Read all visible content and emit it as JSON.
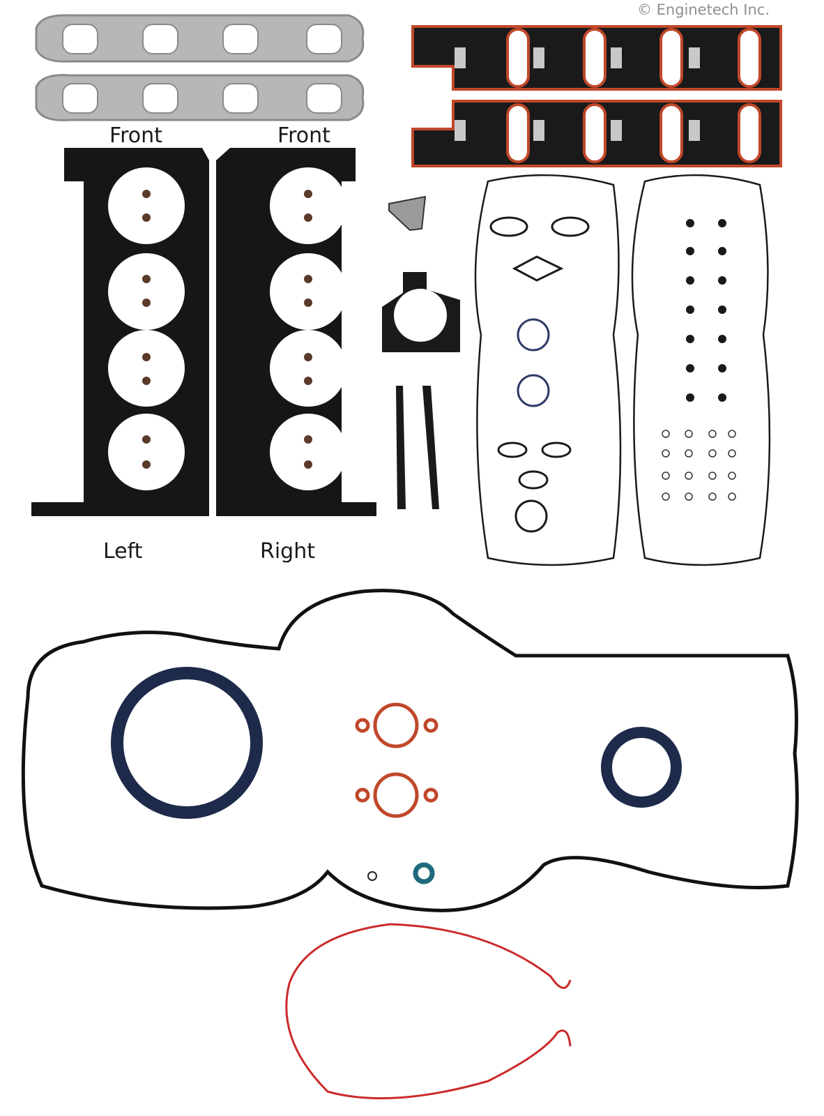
{
  "watermark": "© Enginetech Inc.",
  "labels": {
    "exhaust_front_1": "Front",
    "exhaust_front_2": "Front",
    "head_left": "Left",
    "head_right": "Right"
  },
  "colors": {
    "gasket_black": "#141414",
    "exhaust_gray": "#9a9a9a",
    "intake_orange": "#c0472a",
    "seal_blue": "#2e3a66",
    "teal_seal": "#1d6a7c",
    "timing_red": "#cc2a2a"
  },
  "parts": [
    {
      "name": "exhaust-manifold-gasket",
      "count": 2
    },
    {
      "name": "intake-manifold-gasket",
      "count": 2
    },
    {
      "name": "cylinder-head-gasket",
      "count": 2
    },
    {
      "name": "valve-cover-gasket",
      "count": 2
    },
    {
      "name": "throttle-body-gasket",
      "count": 1
    },
    {
      "name": "egr-gasket",
      "count": 1
    },
    {
      "name": "oil-pan-gasket",
      "count": 1
    },
    {
      "name": "rear-main-seal",
      "count": 1
    },
    {
      "name": "front-crank-seal",
      "count": 1
    },
    {
      "name": "timing-cover-gasket",
      "count": 1
    }
  ]
}
